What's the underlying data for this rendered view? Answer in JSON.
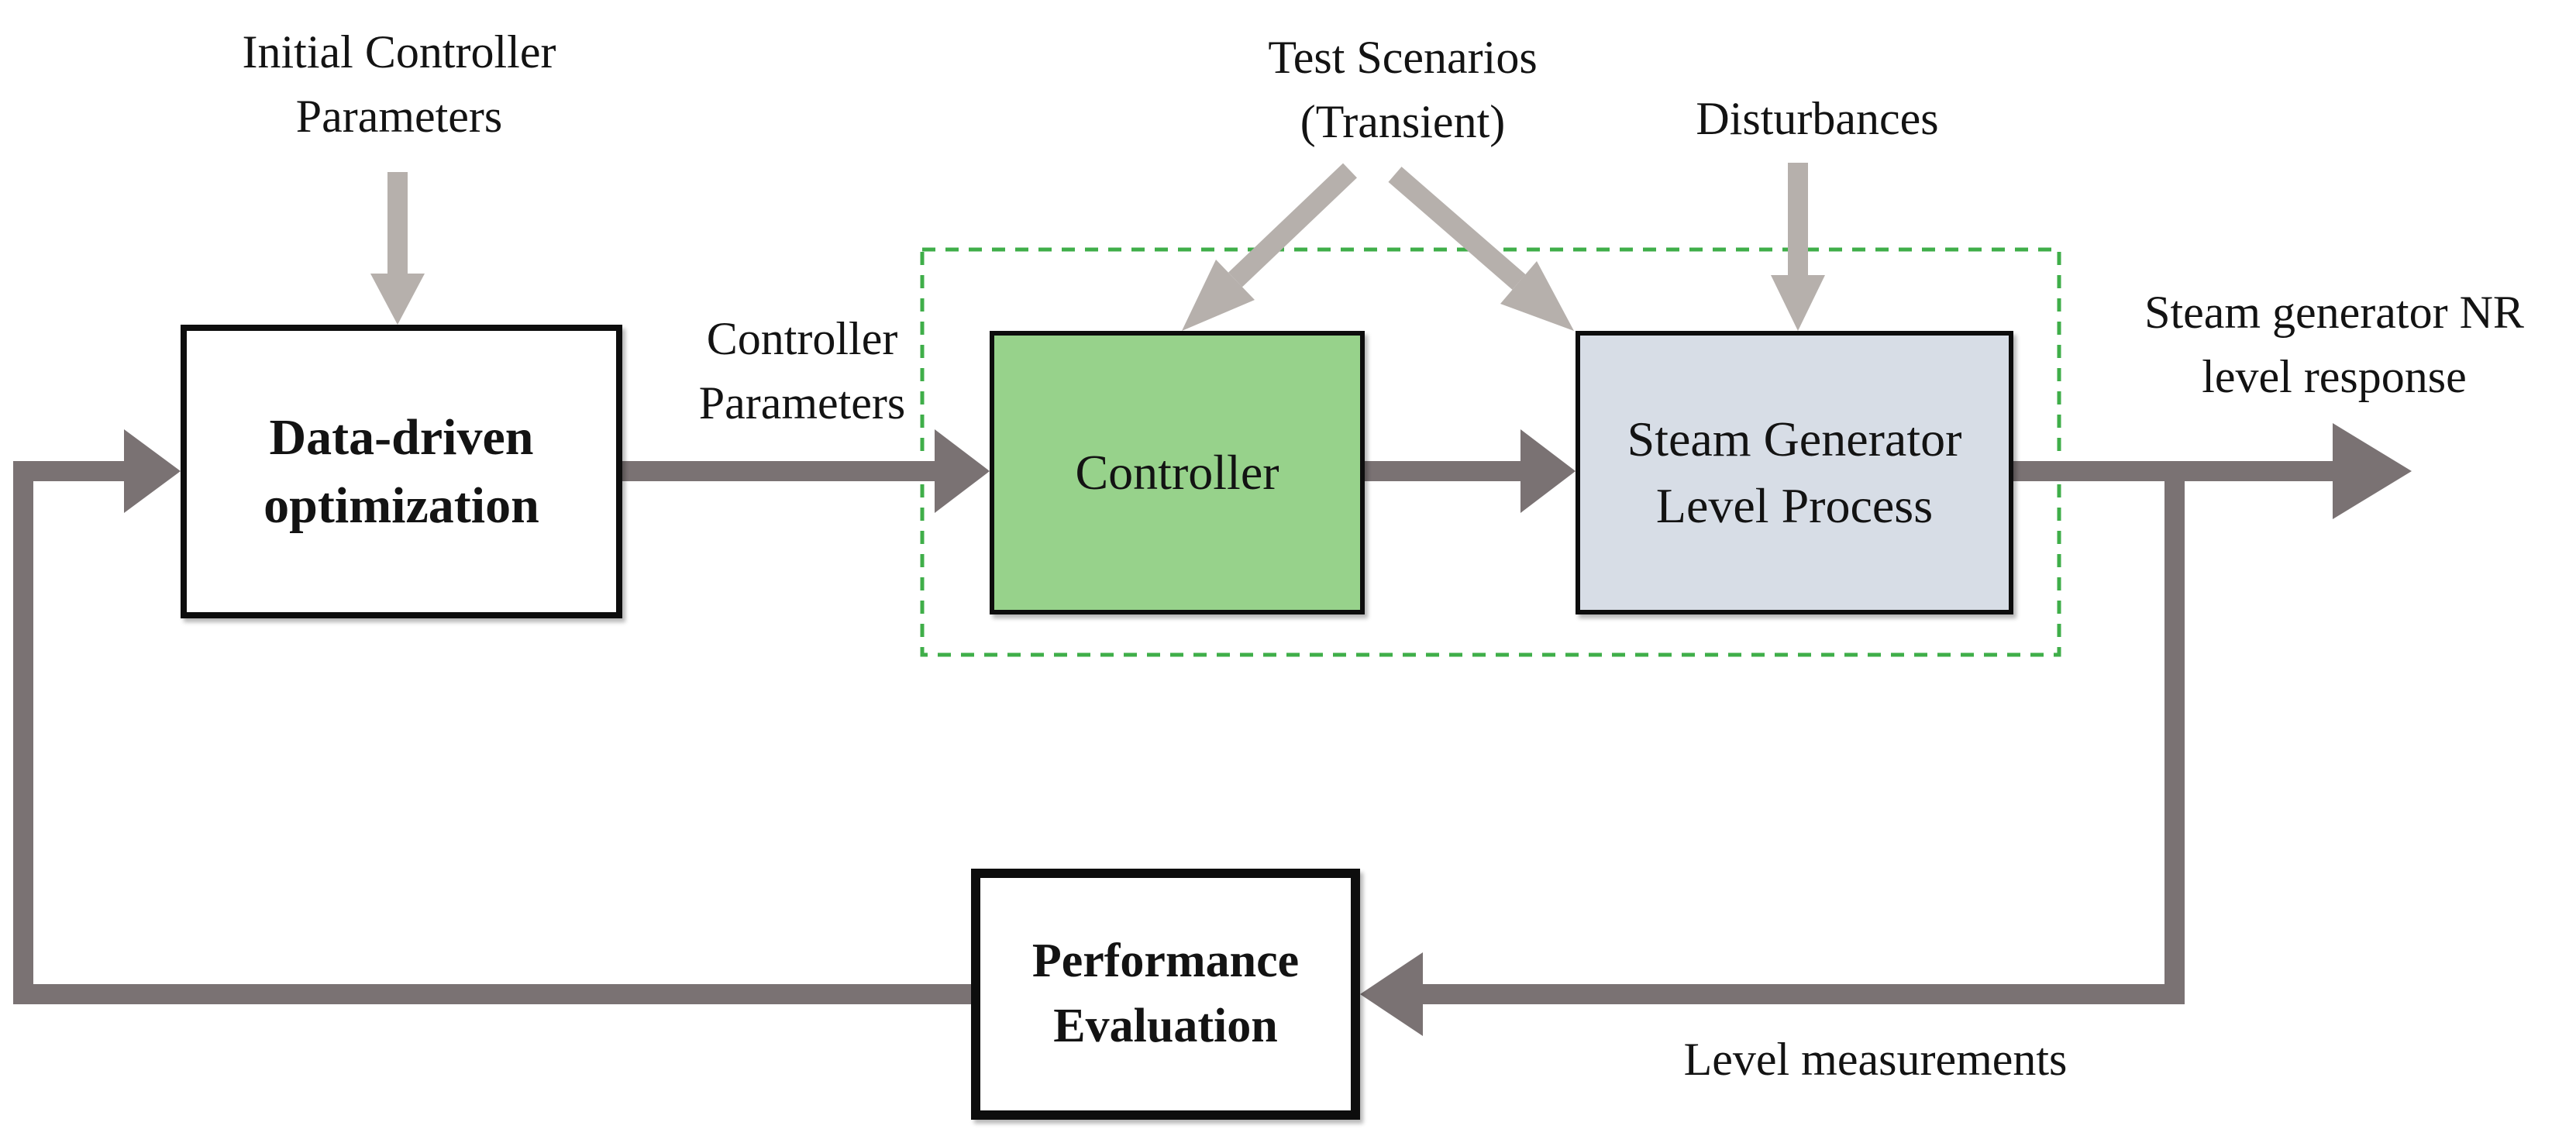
{
  "colors": {
    "arrow_dark": "#7a7273",
    "arrow_light": "#b6b0ac",
    "controller_fill": "#97d28b",
    "process_fill": "#d7dde6",
    "dashed_boundary": "#3fae49",
    "box_border": "#0d0d0d",
    "text": "#131313",
    "background": "#ffffff"
  },
  "boxes": {
    "data_driven_optimization": {
      "line1": "Data-driven",
      "line2": "optimization"
    },
    "controller": {
      "label": "Controller"
    },
    "steam_generator": {
      "line1": "Steam Generator",
      "line2": "Level Process"
    },
    "performance_evaluation": {
      "line1": "Performance",
      "line2": "Evaluation"
    }
  },
  "annotations": {
    "initial_params": {
      "line1": "Initial Controller",
      "line2": "Parameters"
    },
    "controller_params": {
      "line1": "Controller",
      "line2": "Parameters"
    },
    "test_scenarios": {
      "line1": "Test Scenarios",
      "line2": "(Transient)"
    },
    "disturbances": {
      "label": "Disturbances"
    },
    "sg_nr_response": {
      "line1": "Steam generator NR",
      "line2": "level response"
    },
    "level_measurements": {
      "label": "Level measurements"
    }
  }
}
